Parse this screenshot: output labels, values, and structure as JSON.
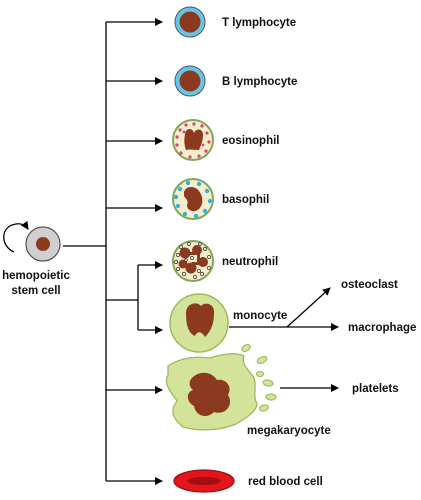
{
  "labels": {
    "stem_cell_line1": "hemopoietic",
    "stem_cell_line2": "stem cell",
    "t_lymphocyte": "T lymphocyte",
    "b_lymphocyte": "B lymphocyte",
    "eosinophil": "eosinophil",
    "basophil": "basophil",
    "neutrophil": "neutrophil",
    "monocyte": "monocyte",
    "osteoclast": "osteoclast",
    "macrophage": "macrophage",
    "megakaryocyte": "megakaryocyte",
    "platelets": "platelets",
    "red_blood_cell": "red blood cell"
  },
  "colors": {
    "nucleus": "#8b3a1f",
    "lymphocyte_ring": "#66c6ea",
    "granulocyte_body": "#f7eccb",
    "granulocyte_ring": "#7fa85a",
    "pale_green": "#d3e49a",
    "red_cell": "#e4161b",
    "stem_cell_body": "#d0d0d0",
    "line": "#000000"
  }
}
